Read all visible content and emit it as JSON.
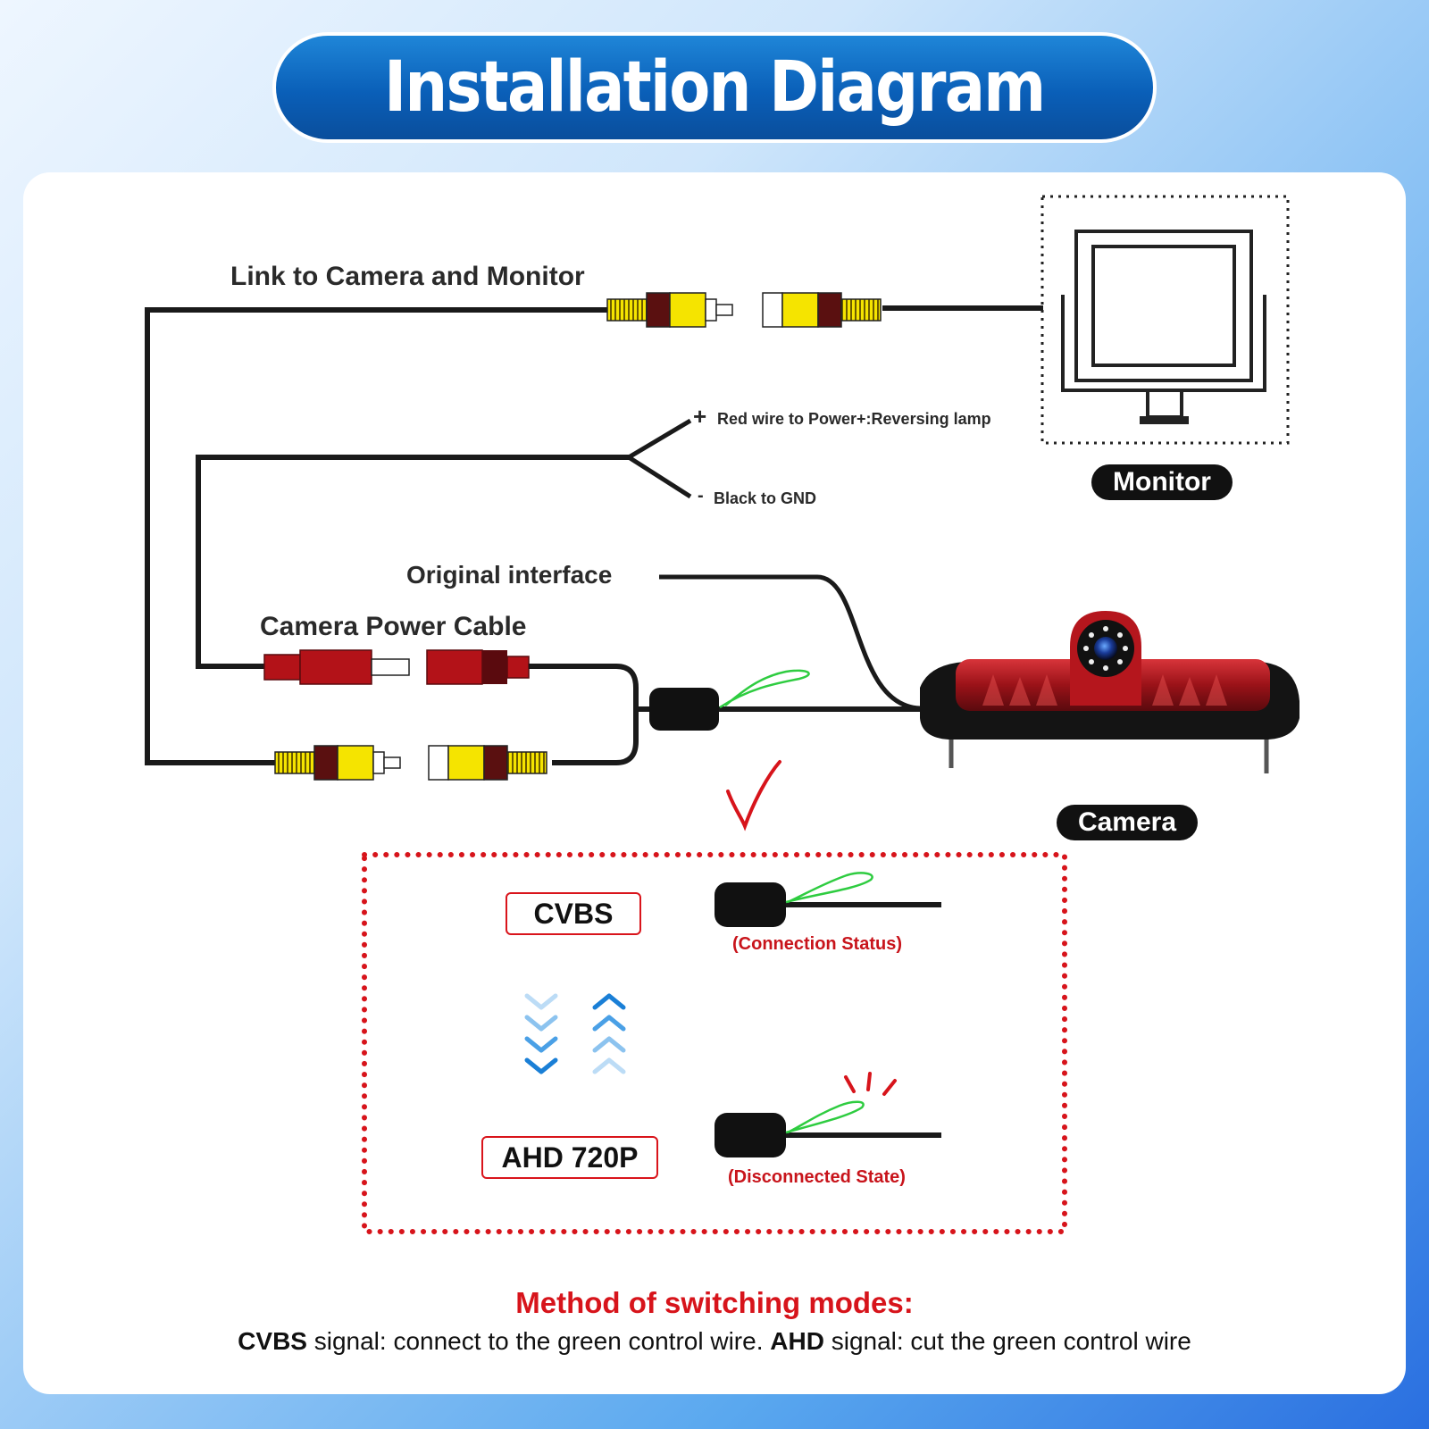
{
  "header": {
    "title": "Installation Diagram"
  },
  "labels": {
    "link_cable": "Link to Camera and Monitor",
    "red_wire": "Red wire to Power+:Reversing lamp",
    "black_wire": "Black to GND",
    "plus_sign": "+",
    "minus_sign": "-",
    "original_interface": "Original interface",
    "power_cable": "Camera Power Cable"
  },
  "tags": {
    "monitor": "Monitor",
    "camera": "Camera"
  },
  "modes": {
    "cvbs_label": "CVBS",
    "cvbs_status": "(Connection Status)",
    "ahd_label": "AHD 720P",
    "ahd_status": "(Disconnected State)"
  },
  "method": {
    "title": "Method of switching modes:",
    "cvbs_bold": "CVBS",
    "cvbs_text": " signal: connect to the green control wire. ",
    "ahd_bold": "AHD",
    "ahd_text": " signal: cut the green control wire"
  },
  "colors": {
    "title_blue": "#0a5fb8",
    "accent_red": "#d7141b",
    "rca_yellow": "#f5e400",
    "rca_dark": "#5a1010",
    "power_red": "#b31218",
    "green_wire": "#2ecc40"
  }
}
